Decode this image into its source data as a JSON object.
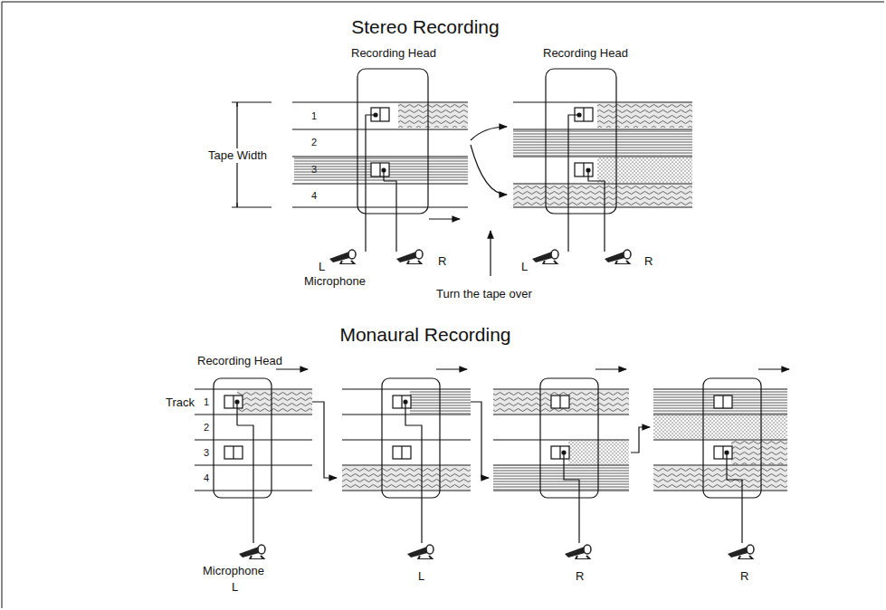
{
  "diagram": {
    "labels": [
      "Stereo Recording",
      "Recording Head",
      "Recording Head",
      "Tape Width",
      "1",
      "2",
      "3",
      "4",
      "L",
      "Microphone",
      "R",
      "Turn the tape over",
      "L",
      "R",
      "Monaural Recording",
      "Recording Head",
      "Track",
      "1",
      "2",
      "3",
      "4",
      "Microphone",
      "L",
      "L",
      "R",
      "R"
    ]
  }
}
